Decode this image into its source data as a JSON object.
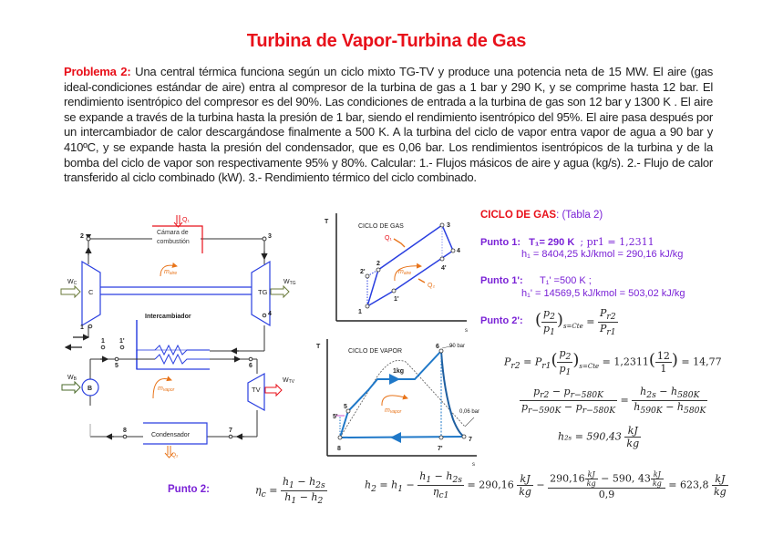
{
  "title": "Turbina de Vapor-Turbina de Gas",
  "problem": {
    "label": "Problema 2:",
    "text": " Una central térmica funciona según un ciclo mixto TG-TV y  produce una potencia neta de 15 MW. El aire (gas ideal-condiciones estándar de aire) entra al compresor de la turbina de gas a  1 bar  y  290 K, y se comprime hasta 12 bar. El rendimiento isentrópico del compresor es del 90%. Las condiciones de entrada a la turbina de gas son 12 bar y 1300 K . El aire se expande a través de la turbina hasta la presión de 1 bar, siendo el rendimiento isentrópico del  95%. El aire pasa después por un intercambiador de calor descargándose finalmente a  500 K. A la turbina del ciclo de vapor entra vapor de agua a 90 bar  y  410ºC, y se expande hasta la presión del condensador, que es 0,06 bar. Los rendimientos isentrópicos de la turbina y de la bomba del ciclo de vapor son respectivamente  95%  y  80%.  Calcular: 1.- Flujos másicos de aire y agua (kg/s). 2.- Flujo de calor transferido al ciclo combinado (kW). 3.- Rendimiento térmico del ciclo combinado."
  },
  "schematic": {
    "combustion_chamber": [
      "Cámara de",
      "combustión"
    ],
    "q1": "Q₁",
    "q2": "Q₂",
    "compressor": "C",
    "gas_turbine": "TG",
    "steam_turbine": "TV",
    "pump": "B",
    "exchanger": "Intercambiador",
    "condenser": "Condensador",
    "wc": "W",
    "wc_sub": "C",
    "wtg": "W",
    "wtg_sub": "TG",
    "wtv": "W",
    "wtv_sub": "TV",
    "wb": "W",
    "wb_sub": "B",
    "m_aire": "m",
    "m_aire_sub": "aire",
    "m_vapor": "m",
    "m_vapor_sub": "vapor",
    "points": [
      "1",
      "2",
      "3",
      "4",
      "1",
      "1'",
      "5",
      "6",
      "7",
      "8"
    ]
  },
  "ts_gas": {
    "title": "CICLO DE GAS",
    "axis_t": "T",
    "axis_s": "s",
    "points": [
      "1",
      "2",
      "2'",
      "3",
      "4",
      "4'",
      "1'"
    ],
    "q1": "Q₁",
    "q2": "Q₂",
    "m": "m",
    "m_sub": "aire"
  },
  "ts_vapor": {
    "title": "CICLO DE VAPOR",
    "axis_t": "T",
    "axis_s": "s",
    "p_high": "90 bar",
    "p_low": "0,06 bar",
    "dome": "1kg",
    "points": [
      "5",
      "5'",
      "6",
      "7",
      "7'",
      "8"
    ],
    "m": "m",
    "m_sub": "vapor"
  },
  "solution": {
    "header": "CICLO DE GAS",
    "header_note": ": (Tabla 2)",
    "p1_label": "Punto 1:",
    "p1_T": "T₁= 290 K",
    "p1_pr": "; pr1 = 1,2311",
    "p1_h": "h₁  = 8404,25 kJ/kmol = 290,16 kJ/kg",
    "p1p_label": "Punto 1':",
    "p1p_T": "T₁' =500 K   ;",
    "p1p_h": "h₁'  = 14569,5  kJ/kmol = 503,02 kJ/kg",
    "p2p_label": "Punto 2':",
    "pr2_value": "= 1,2311",
    "pr2_result": "= 14,77",
    "h2s_value": "h₂ₛ = 590,43",
    "p2_label": "Punto 2:",
    "h2_first": "= 290,16",
    "h2_num": "290,16",
    "h2_num2": "− 590, 43",
    "h2_den": "0,9",
    "h2_result": "= 623,8"
  },
  "colors": {
    "title_red": "#e8101a",
    "purple": "#7a22d6",
    "blue": "#2a3fe0",
    "orange": "#e8741a",
    "steam_blue": "#1f78c8"
  }
}
